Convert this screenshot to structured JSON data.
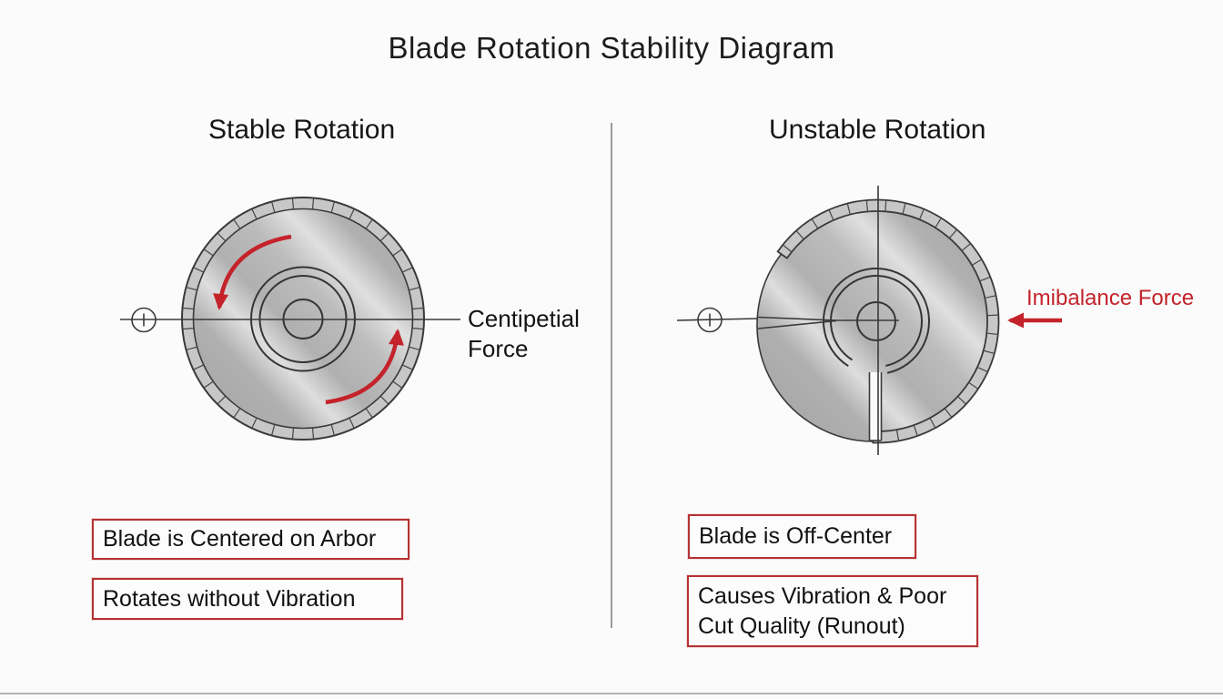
{
  "title": "Blade Rotation Stability Diagram",
  "colors": {
    "accent_red": "#c4232b",
    "box_border_red": "#b53333",
    "line_dark": "#3a3a3a",
    "blade_gray": "#b5b5b5",
    "rim_gray": "#c7c7c7"
  },
  "stable_panel": {
    "heading": "Stable Rotation",
    "force_label_line1": "Centipetial",
    "force_label_line2": "Force",
    "callout1": "Blade is Centered on Arbor",
    "callout2": "Rotates without Vibration"
  },
  "unstable_panel": {
    "heading": "Unstable Rotation",
    "force_label": "Imibalance Force",
    "callout1": "Blade is Off-Center",
    "callout2": "Causes Vibration & Poor Cut Quality (Runout)"
  }
}
